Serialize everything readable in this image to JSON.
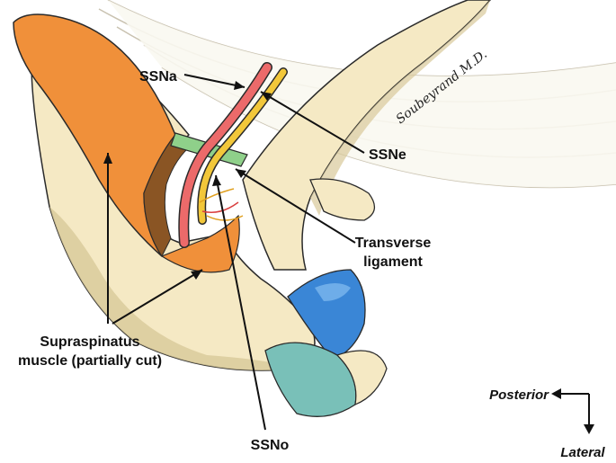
{
  "labels": {
    "ssna": "SSNa",
    "ssne": "SSNe",
    "transverse_line1": "Transverse",
    "transverse_line2": "ligament",
    "supraspinatus_line1": "Supraspinatus",
    "supraspinatus_line2": "muscle (partially cut)",
    "ssno": "SSNo"
  },
  "orientation": {
    "posterior": "Posterior",
    "lateral": "Lateral"
  },
  "signature": "Soubeyrand M.D.",
  "colors": {
    "bone": "#f5e9c4",
    "bone_shadow": "#d8c99a",
    "muscle": "#f0903a",
    "muscle_dark": "#8a5524",
    "ligament": "#8fd08a",
    "nerve_red": "#ec6a6a",
    "nerve_yellow": "#f2c73a",
    "cartilage_blue": "#3a86d6",
    "tendon_teal": "#79c0b8",
    "outline": "#2a2a2a"
  }
}
